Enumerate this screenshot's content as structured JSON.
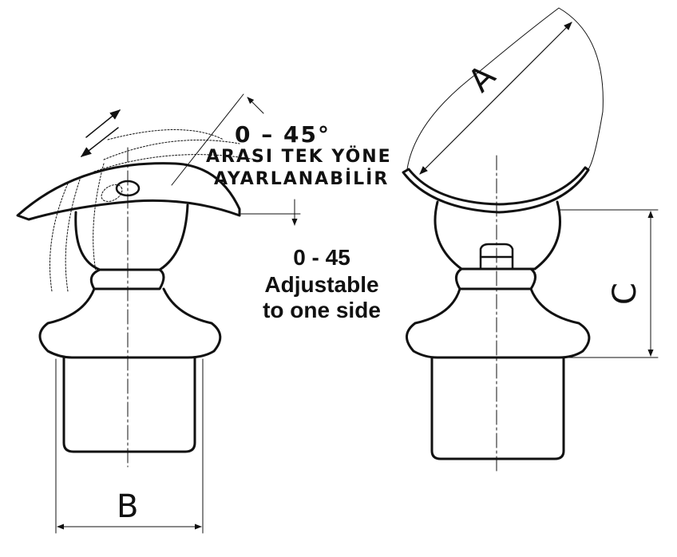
{
  "annotation_tr": {
    "angle": "0 – 45°",
    "line1": "ARASI TEK YÖNE",
    "line2": "AYARLANABİLİR"
  },
  "annotation_en": {
    "line1": "0 - 45",
    "line2": "Adjustable",
    "line3": "to one side"
  },
  "dimensions": {
    "a": "A",
    "b": "B",
    "c": "C"
  },
  "colors": {
    "line": "#111111",
    "background": "#ffffff"
  }
}
